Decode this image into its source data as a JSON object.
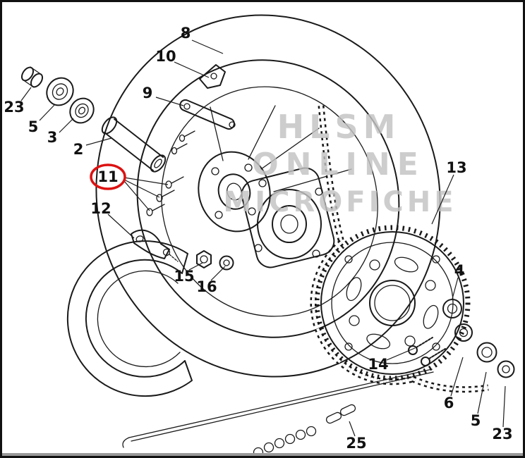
{
  "diagram": {
    "watermark": {
      "line1": "HLSM",
      "line2": "ONLINE",
      "line3": "MICROFICHE"
    },
    "colors": {
      "highlight": "#dd1111",
      "watermark": "#c3c3c3",
      "line": "#1a1a1a",
      "background": "#ffffff",
      "border": "#111111"
    },
    "highlighted_part": "11",
    "labels": {
      "p8": "8",
      "p10": "10",
      "p9": "9",
      "p23_left": "23",
      "p5_left": "5",
      "p3": "3",
      "p2": "2",
      "p11": "11",
      "p12": "12",
      "p15": "15",
      "p16": "16",
      "p13": "13",
      "p4": "4",
      "p14": "14",
      "p6": "6",
      "p5_right": "5",
      "p23_right": "23",
      "p25": "25"
    }
  }
}
